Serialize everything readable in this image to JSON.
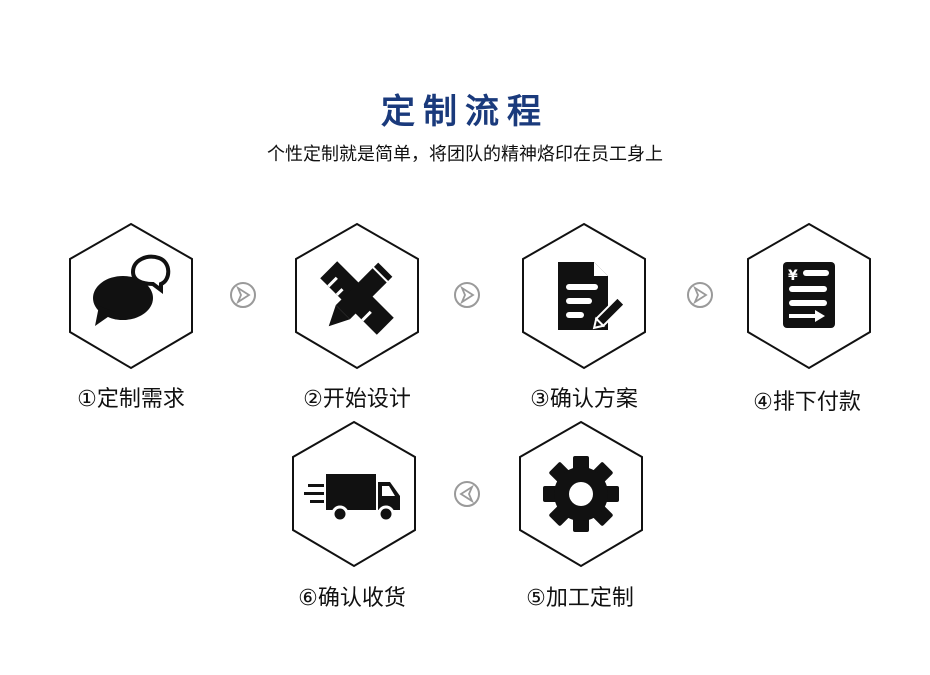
{
  "header": {
    "title": "定制流程",
    "subtitle": "个性定制就是简单，将团队的精神烙印在员工身上"
  },
  "steps": [
    {
      "label": "①定制需求",
      "icon": "speech-bubbles-icon"
    },
    {
      "label": "②开始设计",
      "icon": "pencil-ruler-icon"
    },
    {
      "label": "③确认方案",
      "icon": "document-edit-icon"
    },
    {
      "label": "④排下付款",
      "icon": "payment-document-icon"
    },
    {
      "label": "⑤加工定制",
      "icon": "gear-icon"
    },
    {
      "label": "⑥确认收货",
      "icon": "delivery-truck-icon"
    }
  ],
  "currency_symbol": "¥",
  "colors": {
    "title": "#1a3a7c",
    "icon": "#111111",
    "arrow": "#9a9a9a"
  }
}
